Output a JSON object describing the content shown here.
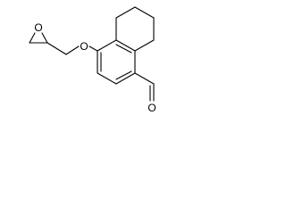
{
  "molecule": {
    "atoms": {
      "epoxide_oxygen": "O",
      "ether_oxygen": "O",
      "aldehyde_oxygen": "O"
    }
  }
}
